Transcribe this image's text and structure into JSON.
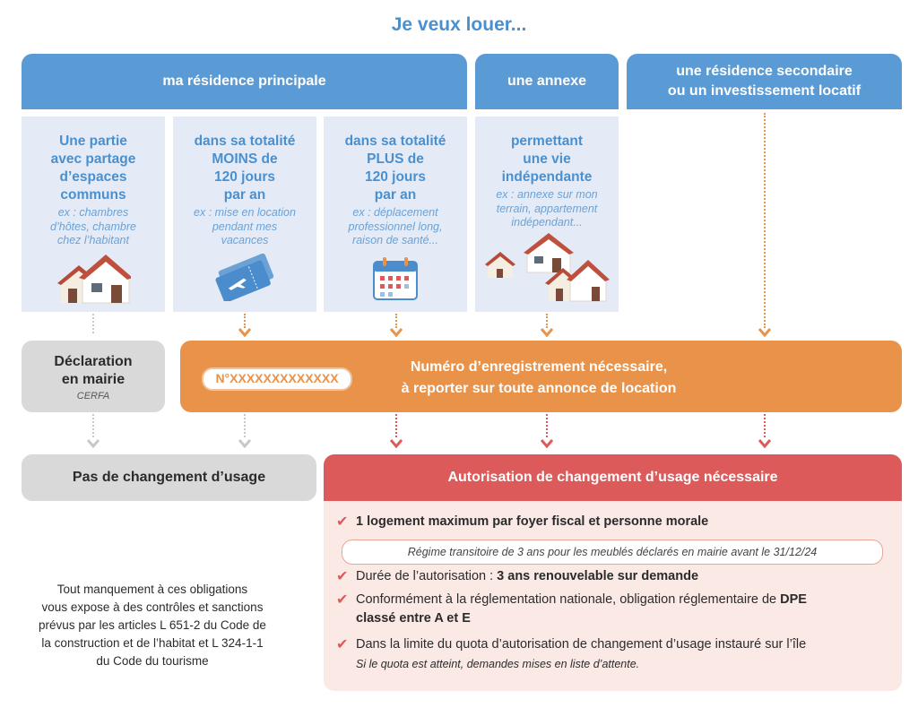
{
  "title": "Je veux louer...",
  "headers": {
    "principale": "ma résidence principale",
    "annexe": "une annexe",
    "secondaire_l1": "une résidence secondaire",
    "secondaire_l2": "ou un investissement locatif"
  },
  "columns": [
    {
      "title": [
        "Une partie",
        "avec partage",
        "d’espaces",
        "communs"
      ],
      "example": [
        "ex : chambres",
        "d’hôtes, chambre",
        "chez l’habitant"
      ],
      "icon": "house-icon"
    },
    {
      "title": [
        "dans sa totalité",
        "MOINS de",
        "120 jours",
        "par an"
      ],
      "example": [
        "ex : mise en location",
        "pendant mes",
        "vacances"
      ],
      "icon": "plane-ticket-icon"
    },
    {
      "title": [
        "dans sa totalité",
        "PLUS de",
        "120 jours",
        "par an"
      ],
      "example": [
        "ex : déplacement",
        "professionnel long,",
        "raison de santé..."
      ],
      "icon": "calendar-icon"
    },
    {
      "title": [
        "permettant",
        "une vie",
        "indépendante"
      ],
      "example": [
        "ex : annexe sur mon",
        "terrain, appartement",
        "indépendant..."
      ],
      "icon": "houses-icon"
    }
  ],
  "declaration": {
    "line1": "Déclaration",
    "line2": "en mairie",
    "sub": "CERFA"
  },
  "registration": {
    "number": "N°XXXXXXXXXXXXX",
    "line1": "Numéro d’enregistrement nécessaire,",
    "line2": "à reporter sur toute annonce de location"
  },
  "no_change": "Pas de changement d’usage",
  "authorization": {
    "title": "Autorisation de changement d’usage nécessaire",
    "item1": "1 logement maximum par foyer fiscal et personne morale",
    "note": "Régime transitoire de 3 ans pour les meublés déclarés en mairie avant le 31/12/24",
    "item2_prefix": "Durée de l’autorisation : ",
    "item2_bold": "3 ans renouvelable sur demande",
    "item3_line1_prefix": "Conformément à la réglementation nationale, obligation réglementaire de ",
    "item3_bold_1": "DPE",
    "item3_bold_2": "classé entre A et E",
    "item4": "Dans la limite du quota d’autorisation de changement d’usage instauré sur l’île",
    "item4_note": "Si le quota est atteint, demandes mises en liste d’attente."
  },
  "footer": [
    "Tout manquement à ces obligations",
    "vous expose à des contrôles et sanctions",
    "prévus par les articles L 651-2 du Code de",
    "la construction et de l’habitat et L 324-1-1",
    "du Code du tourisme"
  ],
  "colors": {
    "blue": "#5b9bd5",
    "light_blue": "#e4ebf7",
    "orange": "#e8924a",
    "red": "#dc5a5a",
    "grey": "#d9d9d9",
    "pink": "#fbe9e6"
  }
}
